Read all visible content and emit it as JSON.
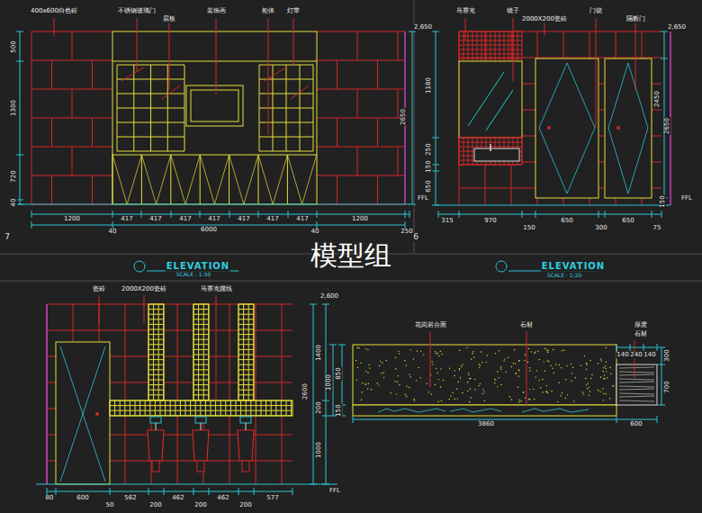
{
  "diagram": {
    "labels": [
      "7",
      "6",
      "模型组",
      "ELEVATION",
      "SCALE : 1:50",
      "ELEVATION",
      "SCALE : 1:20",
      "400x600白色砖",
      "不锈钢玻璃门",
      "层板",
      "装饰画",
      "柜体",
      "灯带",
      "500",
      "1300",
      "720",
      "40",
      "1200",
      "417",
      "417",
      "417",
      "417",
      "417",
      "417",
      "417",
      "1200",
      "250",
      "40",
      "6000",
      "40",
      "2,650",
      "2650",
      "FFL",
      "马赛克",
      "镜子",
      "2000X200瓷砖",
      "门锁",
      "隔断门",
      "1180",
      "250",
      "150",
      "650",
      "2,650",
      "2450",
      "2650",
      "150",
      "FFL",
      "315",
      "970",
      "150",
      "650",
      "300",
      "650",
      "75",
      "瓷砖",
      "2000X200瓷砖",
      "马赛克腰线",
      "2,600",
      "2600",
      "1400",
      "200",
      "1000",
      "FFL",
      "80",
      "600",
      "50",
      "562",
      "200",
      "462",
      "200",
      "462",
      "200",
      "577",
      "花岗岩台面",
      "石材",
      "厚度",
      "石材",
      "1000",
      "850",
      "150",
      "3860",
      "600",
      "140",
      "240",
      "140",
      "300",
      "700"
    ]
  }
}
